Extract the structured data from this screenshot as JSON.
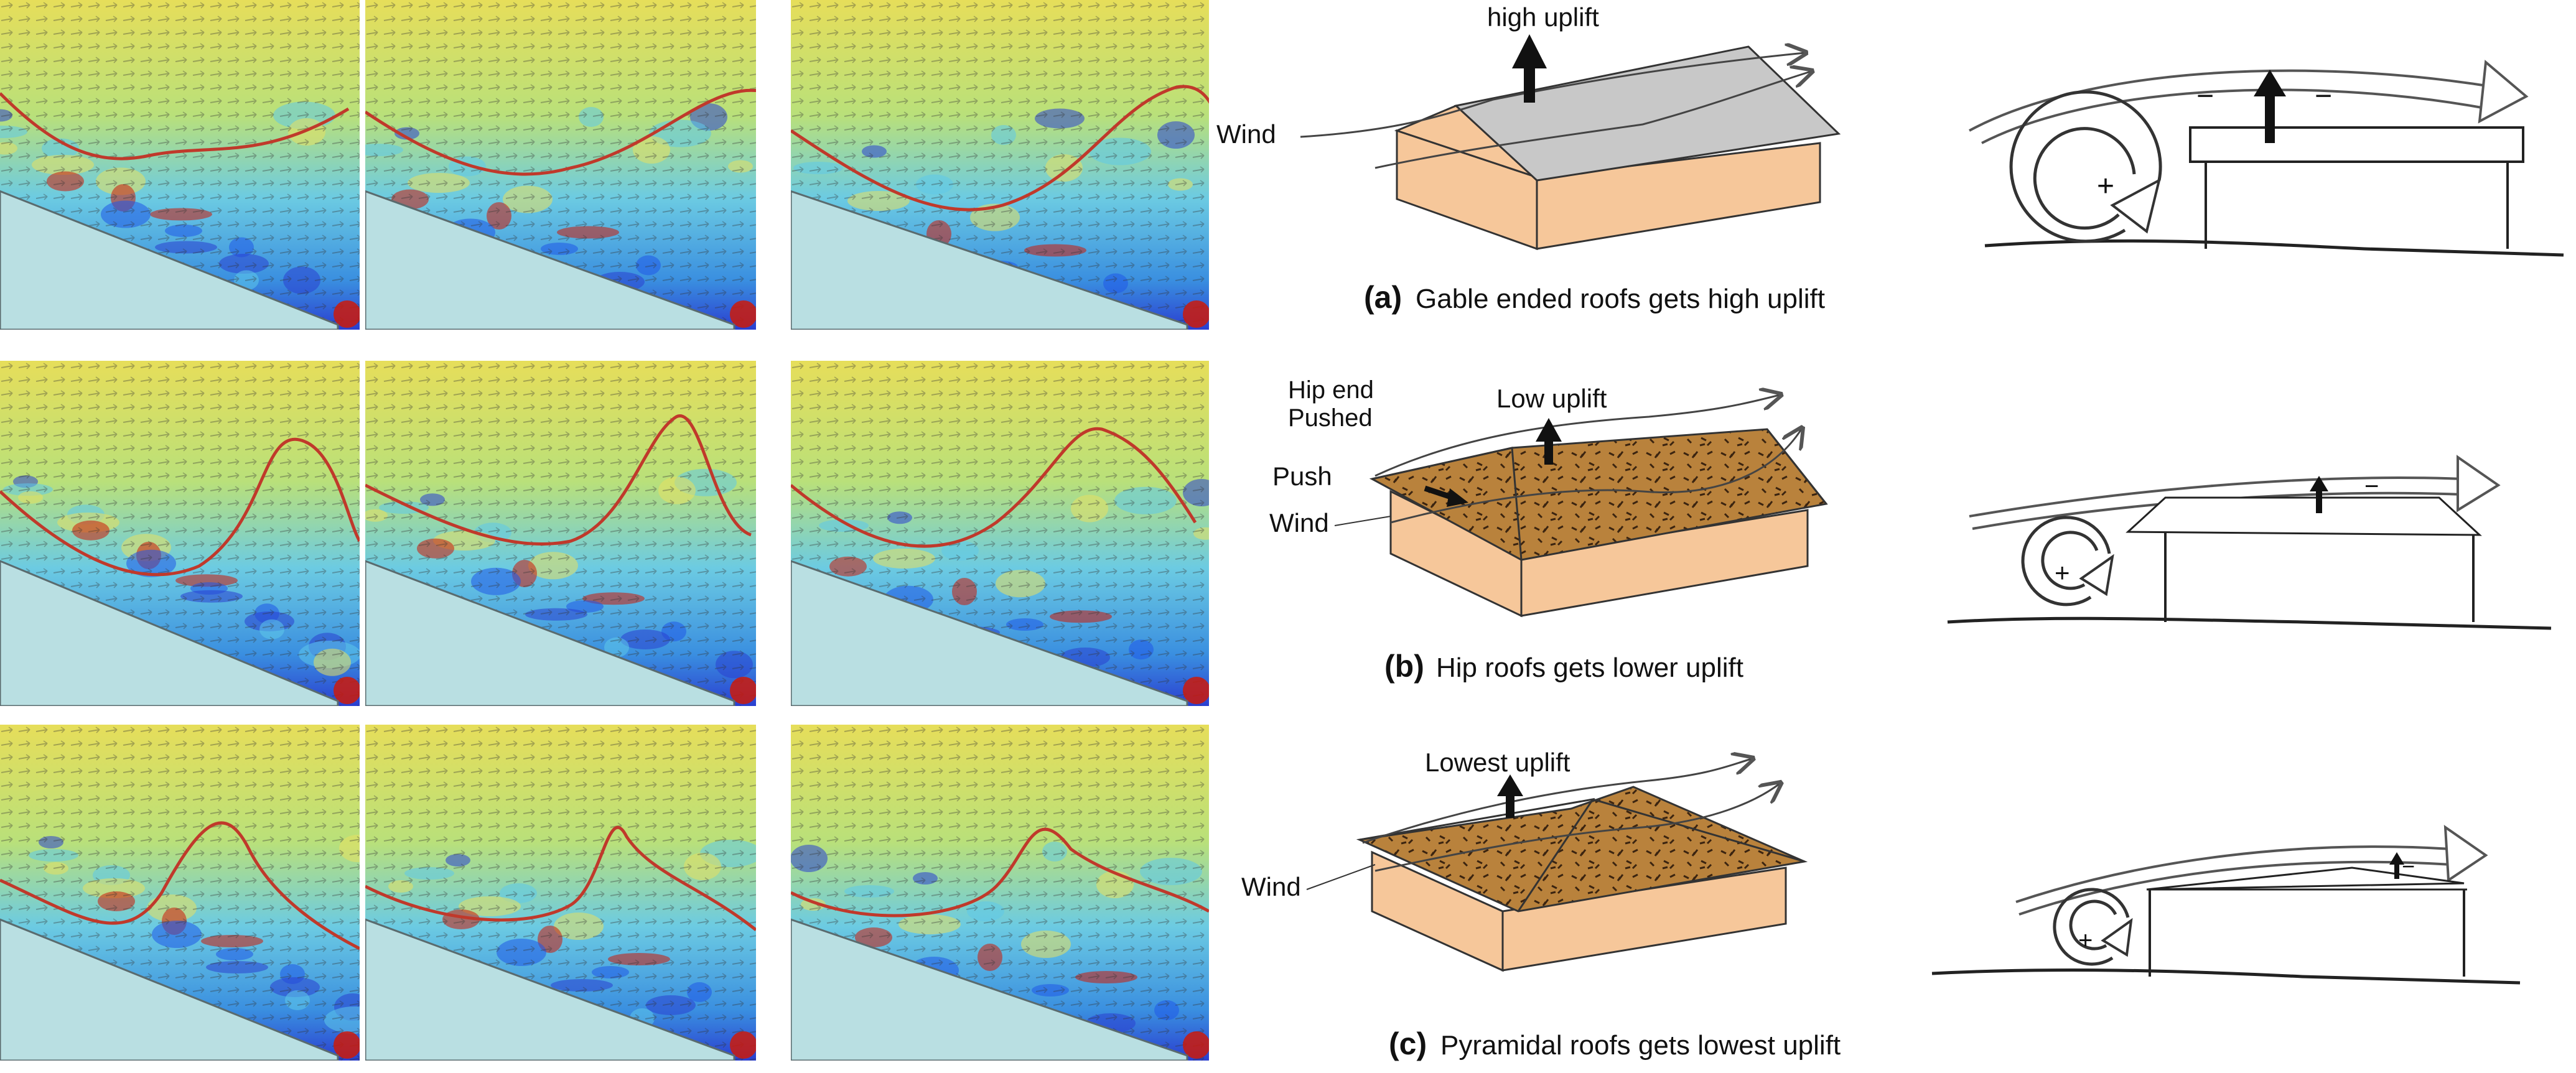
{
  "colors": {
    "field_blue": "#2a3fd0",
    "field_cyan": "#5ec8ea",
    "field_yellow": "#e8e060",
    "field_red": "#cc1a0a",
    "boundary_line": "#c0392b",
    "slope_fill": "#b9dfe2",
    "wall_tan": "#f6c79a",
    "roof_grey": "#c8c8c8",
    "roof_brown": "#b9823c"
  },
  "flow_panels": {
    "rows": 3,
    "columns": 3
  },
  "roof_types": [
    {
      "id": "a",
      "letter": "(a)",
      "caption": "Gable ended roofs gets high uplift",
      "labels": {
        "uplift": "high uplift",
        "wind": "Wind"
      },
      "roof_style": "gable",
      "uplift_level": "high"
    },
    {
      "id": "b",
      "letter": "(b)",
      "caption": "Hip roofs gets lower uplift",
      "labels": {
        "uplift": "Low uplift",
        "hip_end_1": "Hip end",
        "hip_end_2": "Pushed",
        "push": "Push",
        "wind": "Wind"
      },
      "roof_style": "hip",
      "uplift_level": "low"
    },
    {
      "id": "c",
      "letter": "(c)",
      "caption": "Pyramidal roofs gets lowest uplift",
      "labels": {
        "uplift": "Lowest uplift",
        "wind": "Wind"
      },
      "roof_style": "pyramidal",
      "uplift_level": "lowest"
    }
  ],
  "section_symbols": {
    "positive": "+",
    "negative": "−"
  }
}
